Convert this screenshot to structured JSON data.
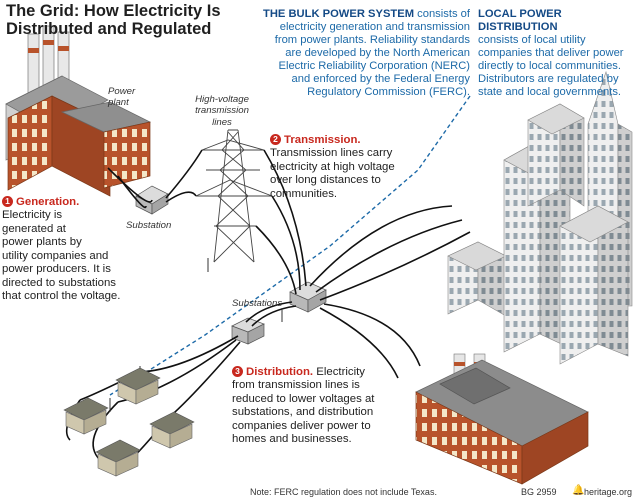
{
  "title": {
    "line1": "The Grid: How Electricity Is",
    "line2": "Distributed and Regulated"
  },
  "bulk_power": {
    "heading": "THE BULK POWER SYSTEM",
    "line1_rest": " consists of",
    "lines": [
      "electricity generation and transmission",
      "from power plants. Reliability standards",
      "are developed by the North American",
      "Electric Reliability Corporation (NERC)",
      "and enforced by the Federal Energy",
      "Regulatory Commission (FERC)."
    ]
  },
  "local_distribution": {
    "heading": "LOCAL POWER DISTRIBUTION",
    "lines": [
      "consists of local utility",
      "companies that deliver power",
      "directly to local communities.",
      "Distributors are regulated by",
      "state and local governments."
    ]
  },
  "labels": {
    "power_plant_1": "Power",
    "power_plant_2": "plant",
    "hv_1": "High-voltage",
    "hv_2": "transmission",
    "hv_3": "lines",
    "substation": "Substation",
    "substations": "Substations"
  },
  "steps": [
    {
      "number": "1",
      "heading": "Generation.",
      "lines": [
        "Electricity is",
        "generated at",
        "power plants by",
        "utility companies and",
        "power producers. It is",
        "directed to substations",
        "that control the voltage."
      ]
    },
    {
      "number": "2",
      "heading": "Transmission.",
      "lines": [
        "Transmission lines carry",
        "electricity at high voltage",
        "over long distances to",
        "communities."
      ]
    },
    {
      "number": "3",
      "heading": "Distribution.",
      "first_rest": " Electricity",
      "lines": [
        "from transmission lines is",
        "reduced to lower voltages at",
        "substations, and distribution",
        "companies deliver power to",
        "homes and businesses."
      ]
    }
  ],
  "footer": {
    "note": "Note: FERC regulation does not include Texas.",
    "code": "BG 2959",
    "bell": "🔔",
    "site": "heritage.org"
  },
  "colors": {
    "title": "#1f1f1f",
    "bulk_text": "#1d6aa8",
    "heading_blue": "#144a86",
    "step_red": "#c8281e",
    "brick": "#b8532b",
    "building": "#e6e6e6",
    "dashed_divider": "#1d6aa8"
  }
}
